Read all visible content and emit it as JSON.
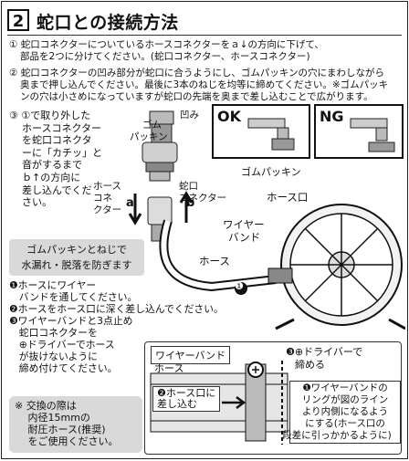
{
  "header": {
    "number": "2",
    "title": "蛇口との接続方法"
  },
  "step1": {
    "lines": [
      "① 蛇口コネクターについているホースコネクターをａ↓の方向に下げて、",
      "部品を2つに分けてください。(蛇口コネクター、ホースコネクター)"
    ]
  },
  "step2": {
    "lines": [
      "② 蛇口コネクターの凹み部分が蛇口に合うようにし、ゴムパッキンの穴にまわしながら",
      "奥まで押し込んでください。最後に3本のねじを均等に締めてください。※ゴムパッキ",
      "ンの穴は小さめになっていますが蛇口の先端を奥まで差し込むことで広がります。"
    ]
  },
  "step3": {
    "lines": [
      "③ ①で取り外した",
      "ホースコネクター",
      "を蛇口コネクタ",
      "ーに「カチッ」と",
      "音がするまで",
      "ｂ↑の方向に",
      "差し込んでくだ",
      "さい。"
    ]
  },
  "labels": {
    "gomu": "ゴム",
    "packing": "パッキン",
    "hekomi": "凹み",
    "hose": "ホース",
    "kone": "コネ",
    "kuta": "クター",
    "jaguchi": "蛇口",
    "connector": "コネクター",
    "a": "a",
    "b": "b"
  },
  "ok": {
    "label": "OK",
    "sub": ""
  },
  "ng": {
    "label": "NG",
    "sub": "ゴムパッキン"
  },
  "gray_note": {
    "lines": [
      "ゴムパッキンとねじで",
      "水漏れ・脱落を防ぎます"
    ]
  },
  "diagram": {
    "hose_mouth": "ホース口",
    "wire_band": [
      "ワイヤー",
      "バンド"
    ],
    "hose": "ホース",
    "num1": "❶"
  },
  "steps_bottom": {
    "lines": [
      "❶ホースにワイヤー",
      "　バンドを通してください。",
      "❷ホースをホース口に深く差し込んでください。",
      "❸ワイヤーバンドと3点止め",
      "　蛇口コネクターを",
      "　⊕ドライバーでホース",
      "　が抜けないように",
      "　締め付けてください。"
    ]
  },
  "note": {
    "lines": [
      "※ 交換の際は",
      "　 内径15mmの",
      "　 耐圧ホース(推奨)",
      "　 をご使用ください。"
    ]
  },
  "detail": {
    "wire_band": "ワイヤーバンド",
    "hose": "ホース",
    "screw": [
      "❸⊕ドライバーで",
      "締める"
    ],
    "insert": [
      "❷ホース口に",
      "差し込む"
    ],
    "warn": [
      "❶ワイヤーバンドの",
      "リングが図のライン",
      "より内側になるよう",
      "にする(ホース口の",
      "段差に引っかかるように)"
    ]
  }
}
